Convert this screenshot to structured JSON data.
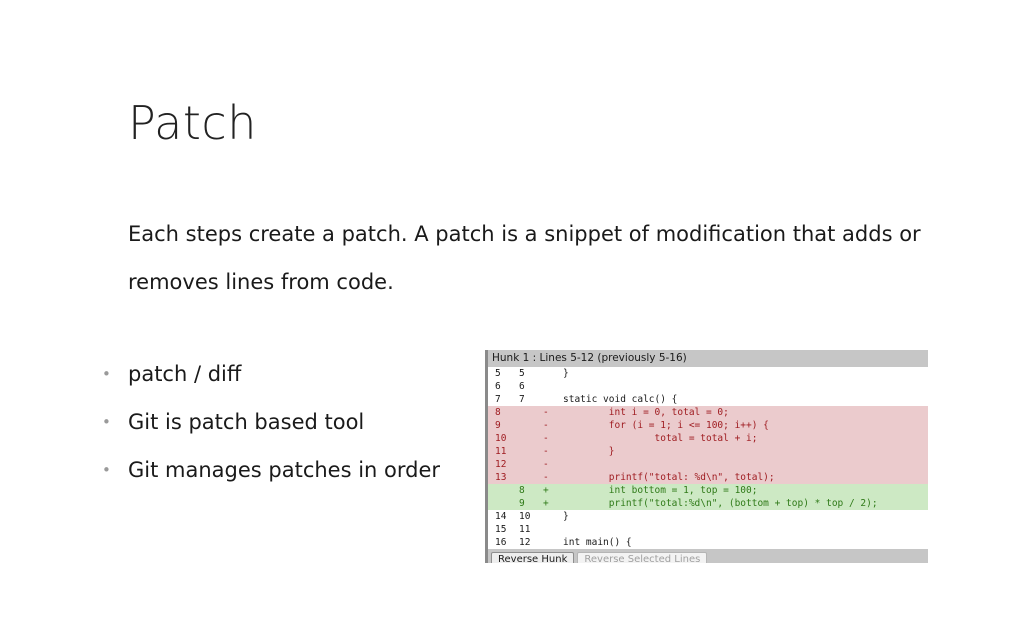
{
  "slide": {
    "title": "Patch",
    "intro": "Each steps create a patch. A patch is a snippet of modification that adds or removes lines from code.",
    "bullets": [
      "patch / diff",
      "Git is patch based tool",
      "Git manages patches in order"
    ]
  },
  "hunk": {
    "header": "Hunk 1 : Lines 5-12 (previously 5-16)",
    "lines": [
      {
        "type": "ctx",
        "old": "5",
        "new": "5",
        "sign": "",
        "code": "}"
      },
      {
        "type": "ctx",
        "old": "6",
        "new": "6",
        "sign": "",
        "code": ""
      },
      {
        "type": "ctx",
        "old": "7",
        "new": "7",
        "sign": "",
        "code": "static void calc() {"
      },
      {
        "type": "del",
        "old": "8",
        "new": "",
        "sign": "-",
        "code": "        int i = 0, total = 0;"
      },
      {
        "type": "del",
        "old": "9",
        "new": "",
        "sign": "-",
        "code": "        for (i = 1; i <= 100; i++) {"
      },
      {
        "type": "del",
        "old": "10",
        "new": "",
        "sign": "-",
        "code": "                total = total + i;"
      },
      {
        "type": "del",
        "old": "11",
        "new": "",
        "sign": "-",
        "code": "        }"
      },
      {
        "type": "del",
        "old": "12",
        "new": "",
        "sign": "-",
        "code": ""
      },
      {
        "type": "del",
        "old": "13",
        "new": "",
        "sign": "-",
        "code": "        printf(\"total: %d\\n\", total);"
      },
      {
        "type": "add",
        "old": "",
        "new": "8",
        "sign": "+",
        "code": "        int bottom = 1, top = 100;"
      },
      {
        "type": "add",
        "old": "",
        "new": "9",
        "sign": "+",
        "code": "        printf(\"total:%d\\n\", (bottom + top) * top / 2);"
      },
      {
        "type": "ctx",
        "old": "14",
        "new": "10",
        "sign": "",
        "code": "}"
      },
      {
        "type": "ctx",
        "old": "15",
        "new": "11",
        "sign": "",
        "code": ""
      },
      {
        "type": "ctx",
        "old": "16",
        "new": "12",
        "sign": "",
        "code": "int main() {"
      }
    ],
    "buttons": {
      "reverse_hunk": "Reverse Hunk",
      "reverse_selected": "Reverse Selected Lines"
    }
  }
}
